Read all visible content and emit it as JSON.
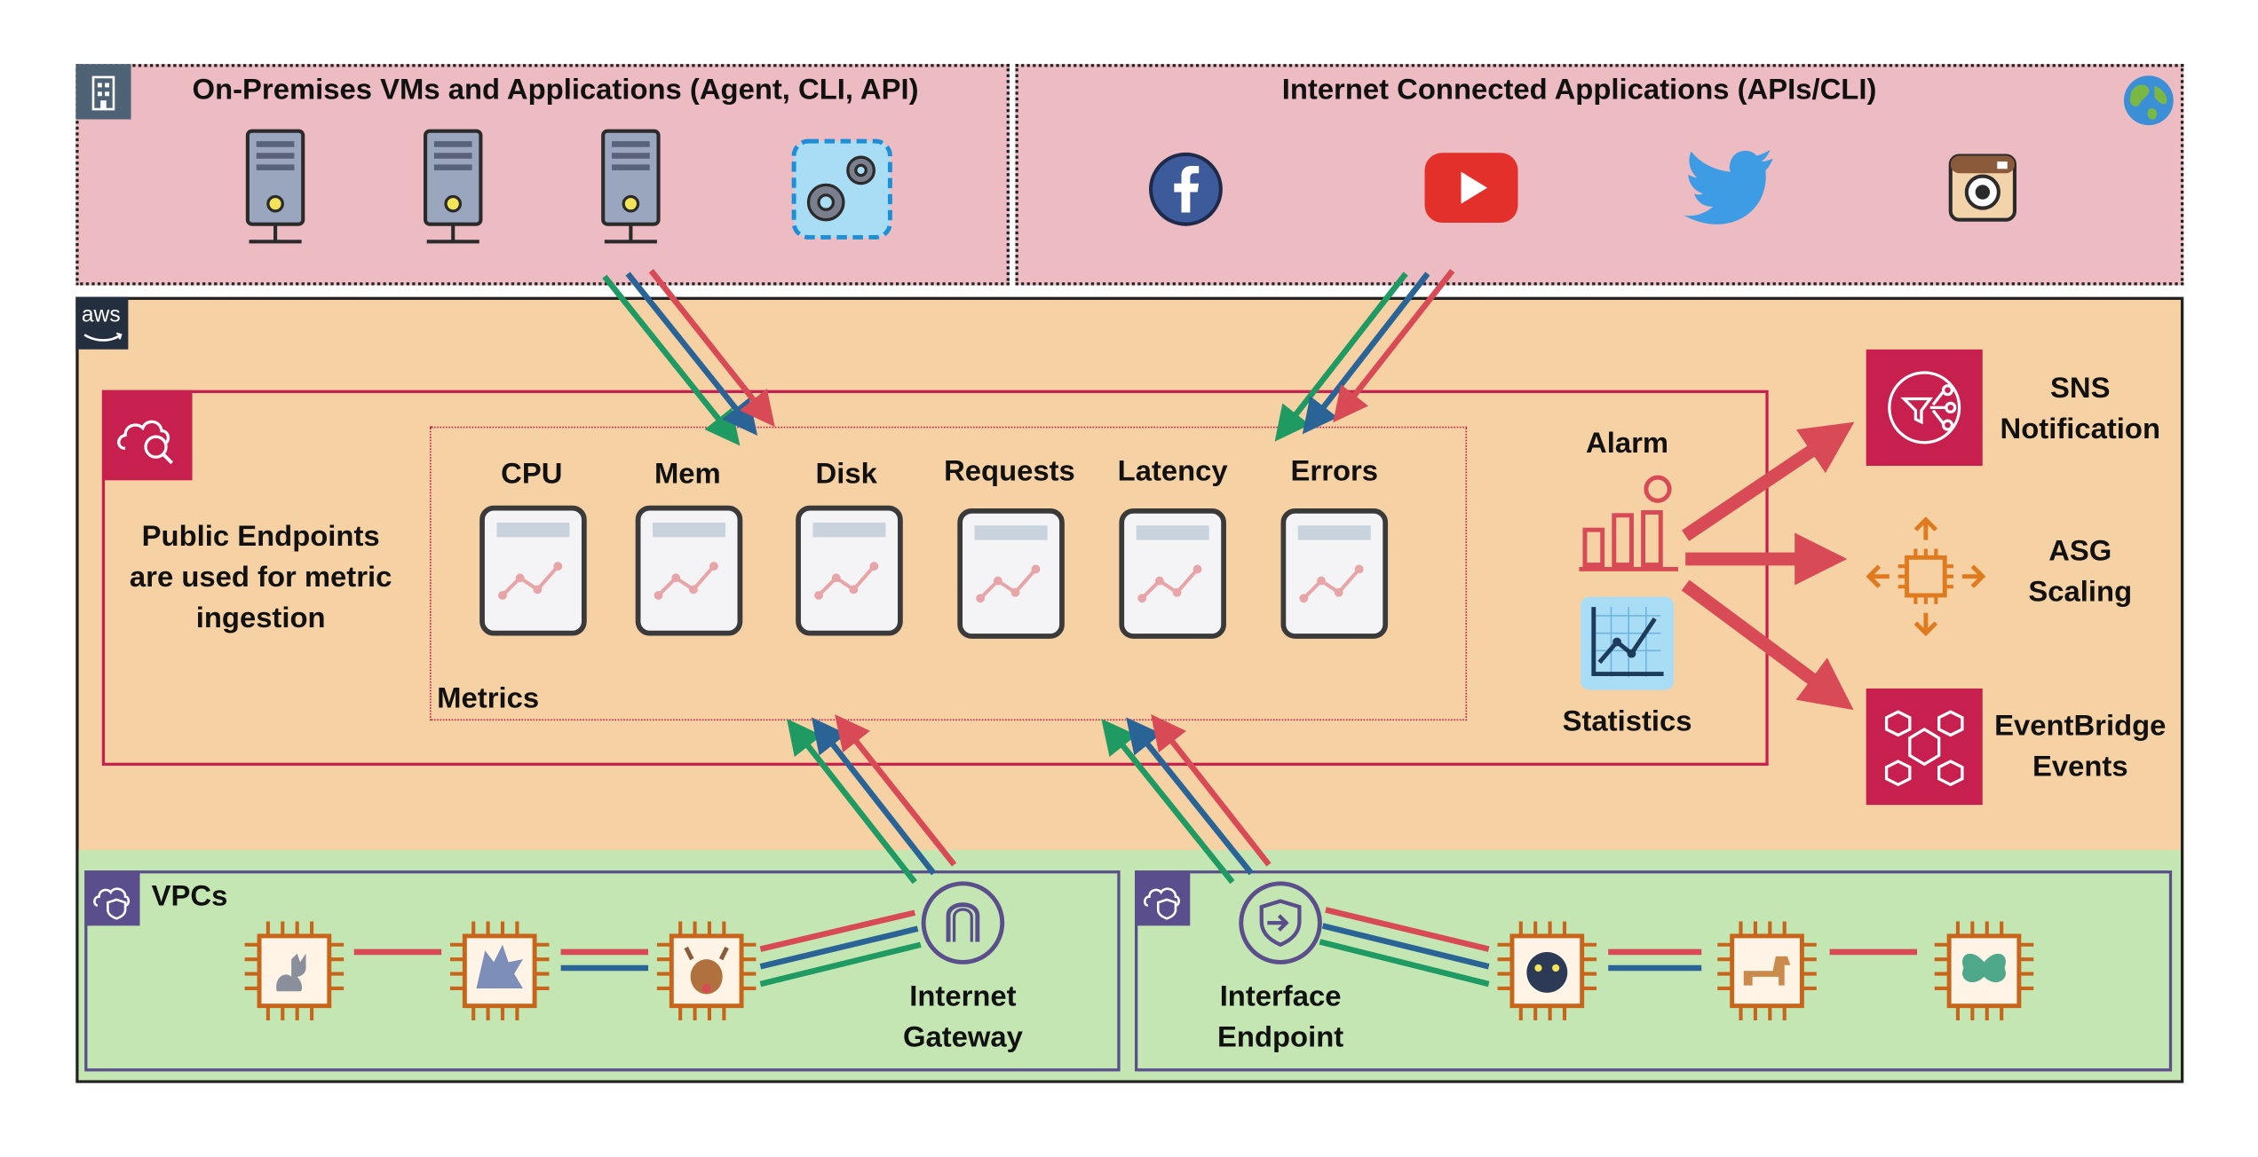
{
  "on_premises": {
    "title": "On-Premises VMs and Applications (Agent, CLI, API)",
    "icons": [
      "building-icon",
      "server-icon",
      "server-icon",
      "server-icon",
      "gears-icon"
    ]
  },
  "internet": {
    "title": "Internet Connected Applications (APIs/CLI)",
    "icons": [
      "globe-icon",
      "facebook-icon",
      "youtube-icon",
      "twitter-icon",
      "instagram-icon"
    ]
  },
  "aws": {
    "badge": "aws",
    "cloudwatch_note": "Public Endpoints are used for metric ingestion",
    "metrics_label": "Metrics",
    "metrics": [
      "CPU",
      "Mem",
      "Disk",
      "Requests",
      "Latency",
      "Errors"
    ],
    "alarm_label": "Alarm",
    "statistics_label": "Statistics",
    "targets": [
      {
        "name": "SNS Notification",
        "line1": "SNS",
        "line2": "Notification"
      },
      {
        "name": "ASG Scaling",
        "line1": "ASG",
        "line2": "Scaling"
      },
      {
        "name": "EventBridge Events",
        "line1": "EventBridge",
        "line2": "Events"
      }
    ]
  },
  "vpcs": {
    "title": "VPCs",
    "internet_gateway": {
      "line1": "Internet",
      "line2": "Gateway"
    },
    "interface_endpoint": {
      "line1": "Interface",
      "line2": "Endpoint"
    },
    "instances_left": [
      "cat-icon",
      "dragon-icon",
      "deer-icon"
    ],
    "instances_right": [
      "panther-icon",
      "dog-icon",
      "butterfly-icon"
    ]
  },
  "colors": {
    "onprem_bg": "#ecbcc2",
    "aws_bg": "#f6d1a3",
    "vpc_bg": "#c4e6b3",
    "cloudwatch": "#c7204f",
    "green_arrow": "#1f9a62",
    "blue_arrow": "#2a6496",
    "red_arrow": "#d84a56",
    "vpc_border": "#5b4e8c",
    "chip": "#c8651b"
  }
}
